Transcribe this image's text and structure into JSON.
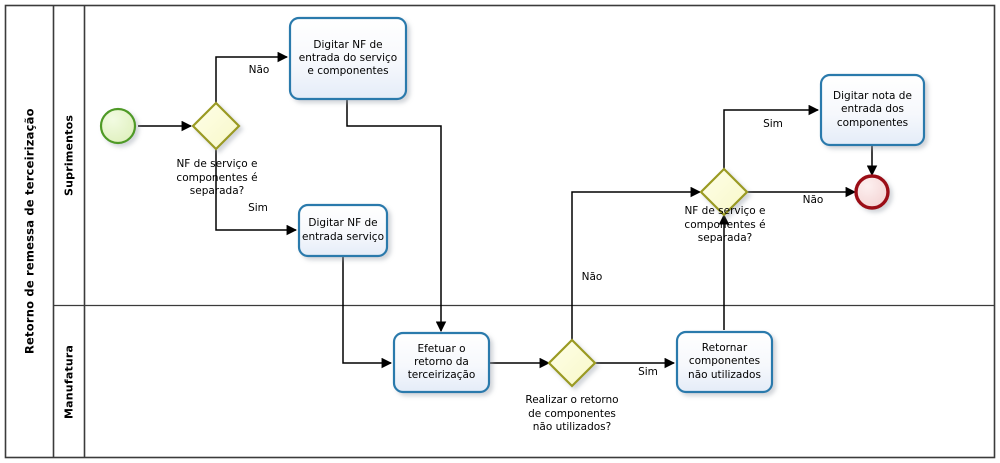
{
  "diagram": {
    "type": "bpmn-process-diagram",
    "pool": {
      "title": "Retorno de remessa de terceirização",
      "lanes": [
        {
          "name": "Suprimentos"
        },
        {
          "name": "Manufatura"
        }
      ]
    },
    "colors": {
      "task_border": "#2a7aac",
      "task_fill_top": "#ffffff",
      "task_fill_bottom": "#e8eef8",
      "gateway_border": "#9a9a22",
      "gateway_fill": "#ffffd4",
      "start_border": "#4f9a28",
      "start_fill": "#e5f5c8",
      "end_border": "#9b0c18",
      "end_fill": "#f7dcdc",
      "frame": "#3b3b3b",
      "flow": "#000000"
    },
    "events": [
      {
        "id": "start",
        "kind": "start-event",
        "lane": "Suprimentos"
      },
      {
        "id": "end",
        "kind": "end-event",
        "lane": "Suprimentos"
      }
    ],
    "gateways": [
      {
        "id": "gw1",
        "kind": "exclusive-gateway",
        "lane": "Suprimentos",
        "label": "NF de serviço e\ncomponentes é\nseparada?"
      },
      {
        "id": "gw2",
        "kind": "exclusive-gateway",
        "lane": "Suprimentos",
        "label": "NF de serviço e\ncomponentes é\nseparada?"
      },
      {
        "id": "gw3",
        "kind": "exclusive-gateway",
        "lane": "Manufatura",
        "label": "Realizar o retorno\nde componentes\nnão utilizados?"
      }
    ],
    "tasks": [
      {
        "id": "t1",
        "lane": "Suprimentos",
        "label": "Digitar NF de\nentrada do serviço\ne componentes"
      },
      {
        "id": "t2",
        "lane": "Suprimentos",
        "label": "Digitar NF de\nentrada serviço"
      },
      {
        "id": "t3",
        "lane": "Manufatura",
        "label": "Efetuar o\nretorno da\nterceirização"
      },
      {
        "id": "t4",
        "lane": "Manufatura",
        "label": "Retornar\ncomponentes\nnão utilizados"
      },
      {
        "id": "t5",
        "lane": "Suprimentos",
        "label": "Digitar nota de\nentrada dos\ncomponentes"
      }
    ],
    "flow_labels": [
      {
        "id": "f-gw1-nao",
        "text": "Não"
      },
      {
        "id": "f-gw1-sim",
        "text": "Sim"
      },
      {
        "id": "f-gw3-nao",
        "text": "Não"
      },
      {
        "id": "f-gw3-sim",
        "text": "Sim"
      },
      {
        "id": "f-gw2-sim",
        "text": "Sim"
      },
      {
        "id": "f-gw2-nao",
        "text": "Não"
      }
    ]
  }
}
